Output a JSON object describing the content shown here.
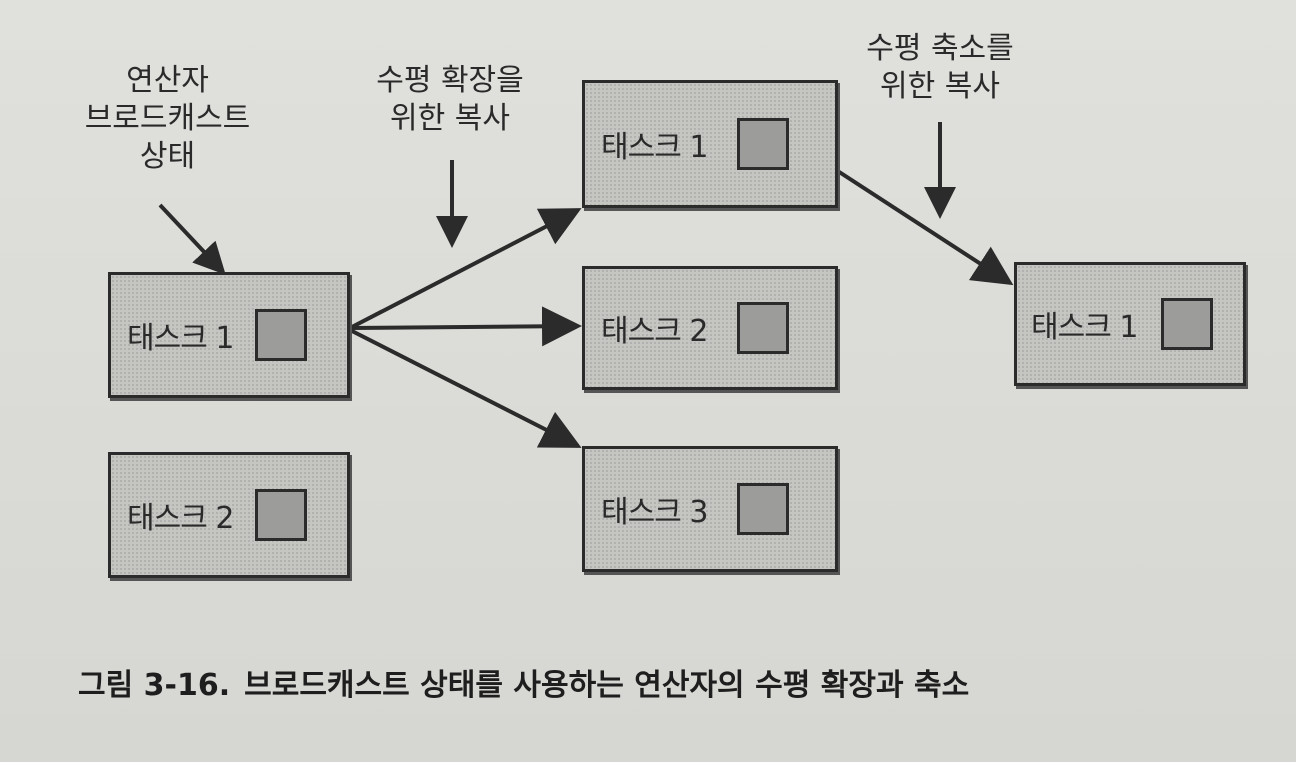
{
  "annotations": {
    "broadcast_state": [
      "연산자",
      "브로드캐스트",
      "상태"
    ],
    "scale_out": [
      "수평 확장을",
      "위한 복사"
    ],
    "scale_in": [
      "수평 축소를",
      "위한 복사"
    ]
  },
  "tasks": {
    "left": [
      {
        "label": "태스크 1"
      },
      {
        "label": "태스크 2"
      }
    ],
    "middle": [
      {
        "label": "태스크 1"
      },
      {
        "label": "태스크 2"
      },
      {
        "label": "태스크 3"
      }
    ],
    "right": [
      {
        "label": "태스크 1"
      }
    ]
  },
  "caption": {
    "number": "그림 3-16.",
    "text": "브로드캐스트 상태를 사용하는 연산자의 수평 확장과 축소"
  },
  "colors": {
    "box_fill": "#c5c5c2",
    "state_fill": "#9c9c9a",
    "line": "#2b2b2b"
  }
}
